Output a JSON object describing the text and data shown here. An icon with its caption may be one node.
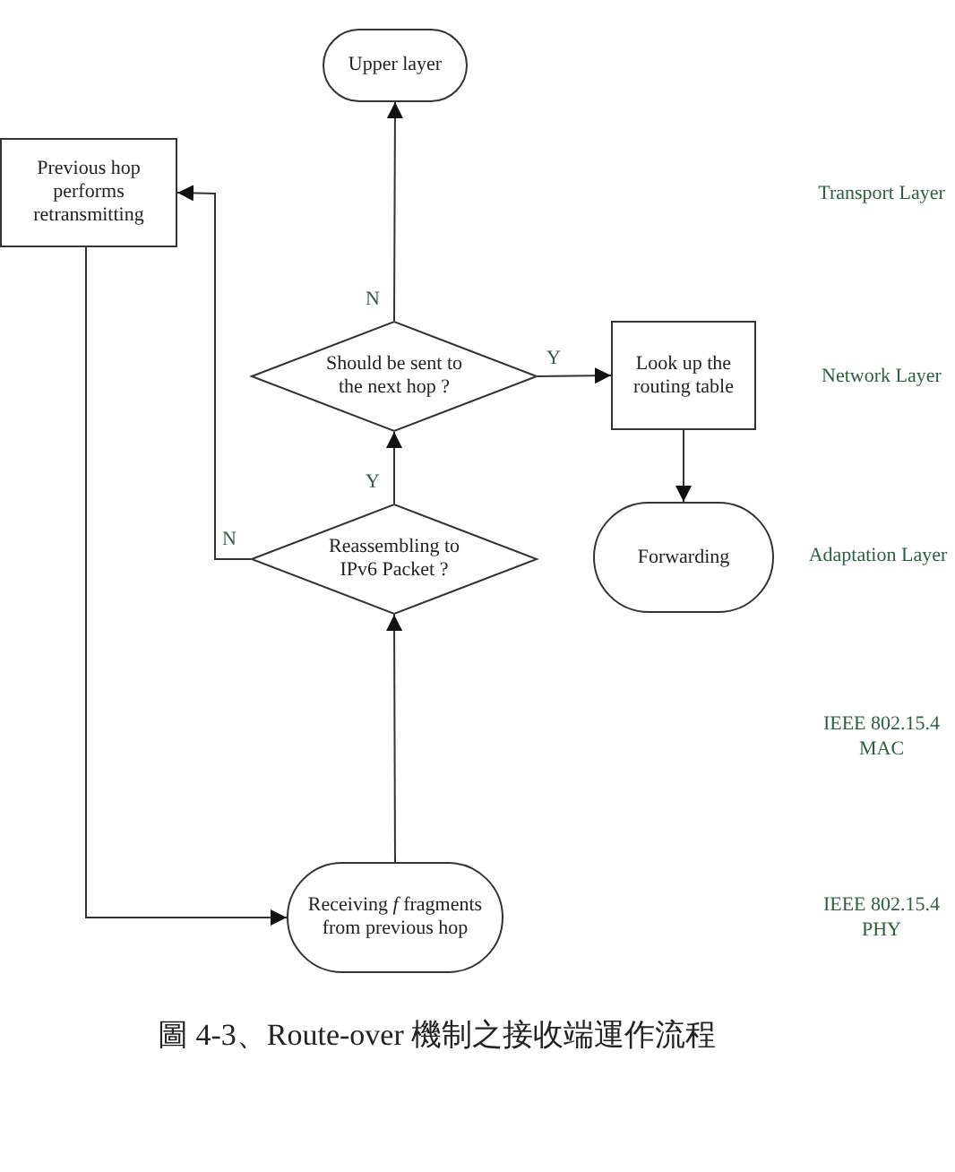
{
  "diagram": {
    "caption": "圖 4-3、Route-over 機制之接收端運作流程",
    "nodes": [
      {
        "text": [
          "Upper layer"
        ]
      },
      {
        "text": [
          "Previous hop performs retransmitting"
        ]
      },
      {
        "text": [
          "Should be sent to the next hop ?"
        ]
      },
      {
        "text": [
          "Look up the routing table"
        ]
      },
      {
        "text": [
          "Reassembling to IPv6 Packet ?"
        ]
      },
      {
        "text": [
          "Forwarding"
        ]
      },
      {
        "text": [
          "Receiving *f* fragments from previous hop"
        ]
      }
    ],
    "edges": [
      {
        "from": 6,
        "to": 4,
        "arrow": "to"
      },
      {
        "from": 4,
        "to": 2,
        "arrow": "to",
        "label": "Y"
      },
      {
        "from": 2,
        "to": 0,
        "arrow": "to",
        "label": "N"
      },
      {
        "from": 2,
        "to": 3,
        "arrow": "to",
        "label": "Y"
      },
      {
        "from": 3,
        "to": 5,
        "arrow": "to"
      },
      {
        "from": 4,
        "to": 1,
        "arrow": "to",
        "label": "N"
      },
      {
        "from": 1,
        "to": 6,
        "arrow": "to"
      }
    ],
    "labels": [
      "Transport Layer",
      "Network Layer",
      "Adaptation Layer",
      "IEEE 802.15.4 MAC",
      "IEEE 802.15.4 PHY"
    ]
  }
}
